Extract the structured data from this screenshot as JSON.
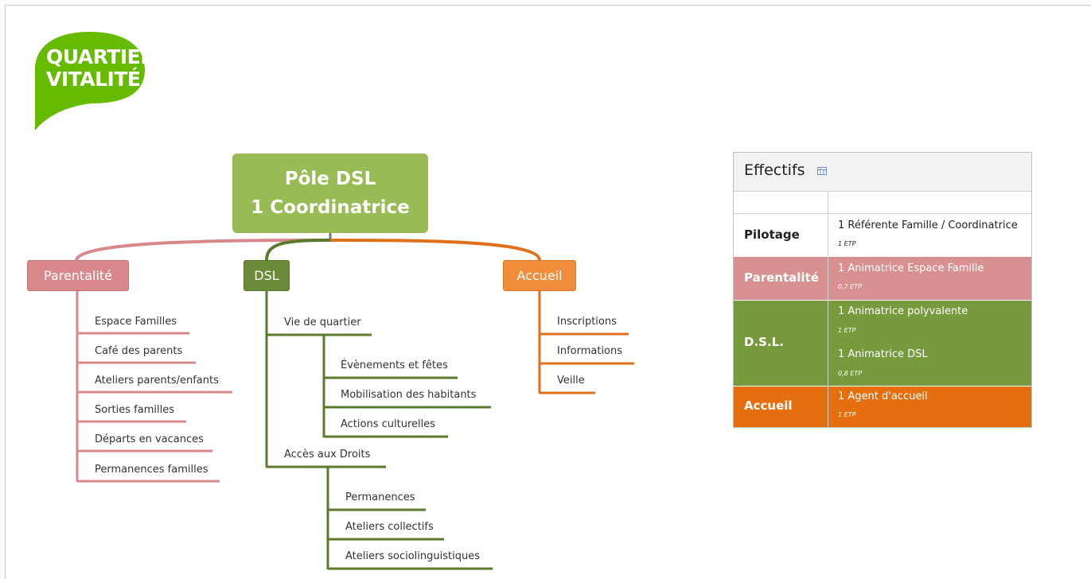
{
  "logo": {
    "line1": "QUARTIER",
    "line2": "VITALITÉ",
    "color": "#66bb00"
  },
  "central": {
    "line1": "Pôle DSL",
    "line2": "1 Coordinatrice",
    "color": "#99bb55"
  },
  "branches": {
    "parentalite": {
      "label": "Parentalité",
      "color": "#d8888a",
      "items": [
        "Espace Familles",
        "Café des parents",
        "Ateliers parents/enfants",
        "Sorties familles",
        "Départs en vacances",
        "Permanences familles"
      ]
    },
    "dsl": {
      "label": "DSL",
      "color": "#6b8a3a",
      "groups": [
        {
          "label": "Vie de quartier",
          "items": [
            "Évènements et fêtes",
            "Mobilisation des habitants",
            "Actions culturelles"
          ]
        },
        {
          "label": "Accès aux Droits",
          "items": [
            "Permanences",
            "Ateliers collectifs",
            "Ateliers sociolinguistiques"
          ]
        }
      ]
    },
    "accueil": {
      "label": "Accueil",
      "color": "#f08c3a",
      "items": [
        "Inscriptions",
        "Informations",
        "Veille"
      ]
    }
  },
  "effectifs": {
    "title": "Effectifs",
    "icon": "table-icon",
    "rows": [
      {
        "label": "Pilotage",
        "bg": "#ffffff",
        "fg": "#222222",
        "entries": [
          {
            "text": "1 Référente Famille / Coordinatrice",
            "etp": "1 ETP"
          }
        ]
      },
      {
        "label": "Parentalité",
        "bg": "#d89090",
        "fg": "#ffffff",
        "entries": [
          {
            "text": "1 Animatrice Espace Famille",
            "etp": "0,7 ETP"
          }
        ]
      },
      {
        "label": "D.S.L.",
        "bg": "#779a3c",
        "fg": "#ffffff",
        "entries": [
          {
            "text": "1 Animatrice polyvalente",
            "etp": "1 ETP"
          },
          {
            "text": "1 Animatrice DSL",
            "etp": "0,8 ETP"
          }
        ]
      },
      {
        "label": "Accueil",
        "bg": "#e56f0f",
        "fg": "#ffffff",
        "entries": [
          {
            "text": "1 Agent d'accueil",
            "etp": "1 ETP"
          }
        ]
      }
    ]
  }
}
